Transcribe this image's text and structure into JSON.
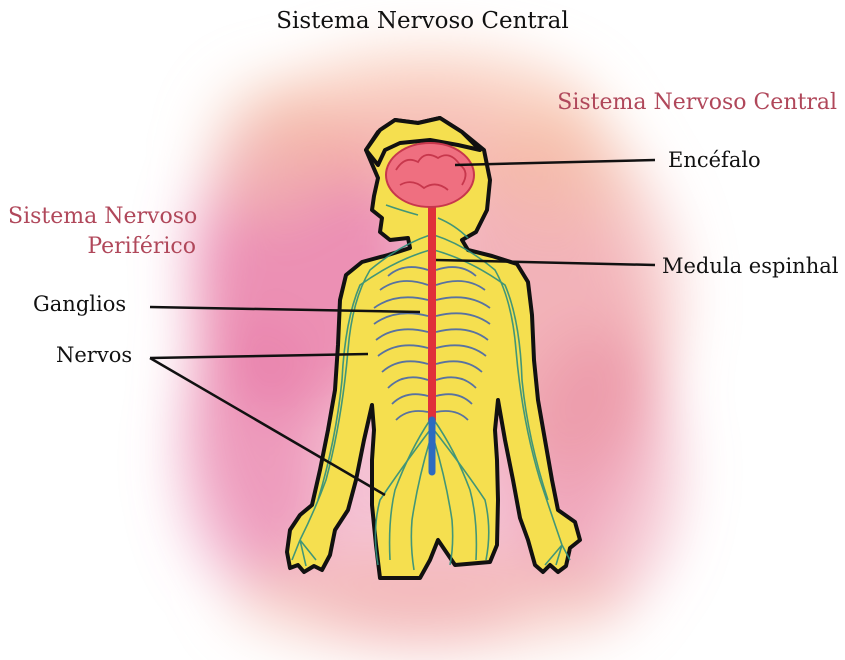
{
  "title": "Sistema Nervoso Central",
  "regions": {
    "central": "Sistema Nervoso Central",
    "peripheral": [
      "Sistema Nervoso",
      "Periférico"
    ]
  },
  "labels": {
    "encephalon": "Encéfalo",
    "spinal_cord": "Medula espinhal",
    "ganglia": "Ganglios",
    "nerves": "Nervos"
  },
  "colors": {
    "region_text": "#b0475a",
    "skin": "#f5df4f",
    "outline": "#111111",
    "brain": "#e6556a",
    "spinal_cord_upper": "#e0303a",
    "spinal_cord_lower": "#2d6bc0",
    "nerves": "#2f8f7c",
    "ganglia": "#3d5fb0",
    "watercolor_pink": "#e9719a",
    "watercolor_peach": "#f4b08e"
  }
}
